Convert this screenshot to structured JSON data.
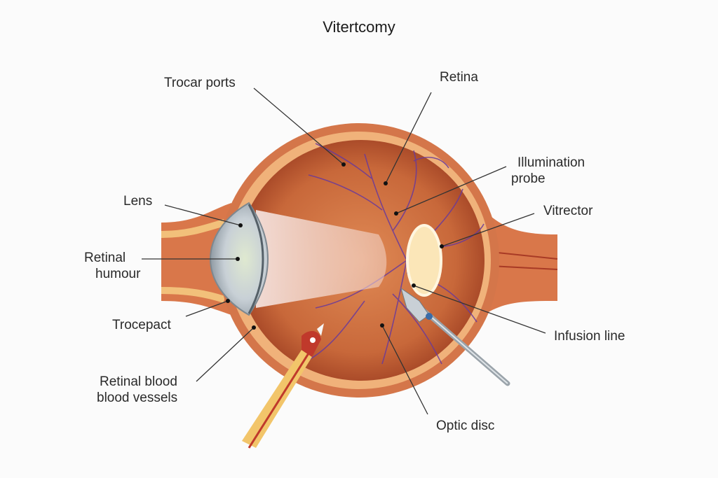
{
  "title": "Vitertcomy",
  "labels": {
    "trocar_ports": "Trocar ports",
    "retina": "Retina",
    "illumination_probe_1": "Illumination",
    "illumination_probe_2": "probe",
    "vitrector": "Vitrector",
    "infusion_line": "Infusion line",
    "optic_disc": "Optic disc",
    "lens": "Lens",
    "retinal_humour_1": "Retinal",
    "retinal_humour_2": "humour",
    "trocepact": "Trocepact",
    "retinal_blood_vessels_1": "Retinal blood",
    "retinal_blood_vessels_2": "blood vessels"
  },
  "colors": {
    "sclera": "#c9603a",
    "choroid": "#b8502e",
    "vessel": "#6a3a9a",
    "disc": "#fbe6b8"
  }
}
